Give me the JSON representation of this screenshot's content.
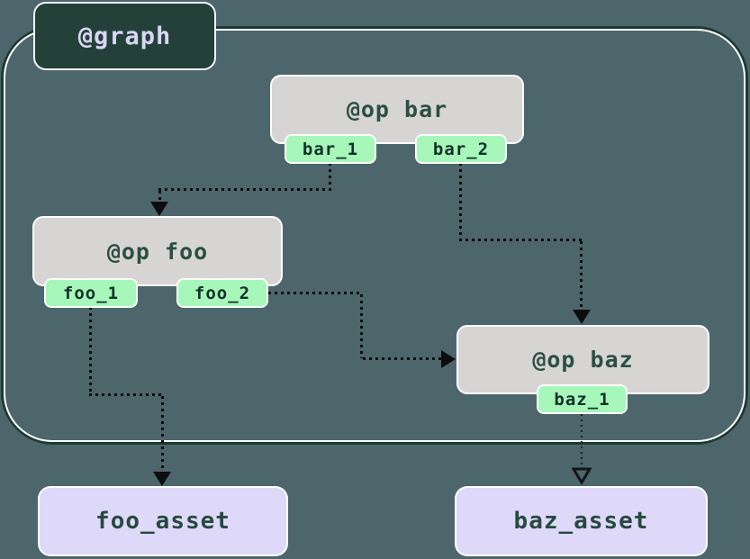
{
  "diagram": {
    "graph_label": "@graph",
    "ops": [
      {
        "title": "@op bar",
        "outputs": [
          "bar_1",
          "bar_2"
        ]
      },
      {
        "title": "@op foo",
        "outputs": [
          "foo_1",
          "foo_2"
        ]
      },
      {
        "title": "@op baz",
        "outputs": [
          "baz_1"
        ]
      }
    ],
    "assets": [
      "foo_asset",
      "baz_asset"
    ],
    "edges": [
      {
        "from": "bar_1",
        "to": "@op foo"
      },
      {
        "from": "bar_2",
        "to": "@op baz"
      },
      {
        "from": "foo_2",
        "to": "@op baz"
      },
      {
        "from": "foo_1",
        "to": "foo_asset"
      },
      {
        "from": "baz_1",
        "to": "baz_asset"
      }
    ],
    "colors": {
      "background": "#4c666c",
      "graph_border_dark": "#1c3a32",
      "graph_border_light": "#ffffff",
      "graph_badge_bg": "#234139",
      "graph_badge_text": "#dad5f6",
      "op_bg": "#d7d5d3",
      "op_text": "#2b4f46",
      "output_bg": "#a6f7b9",
      "output_text": "#12312a",
      "asset_bg": "#ded9f9",
      "asset_text": "#27493f",
      "edge": "#0d0d0d"
    }
  }
}
